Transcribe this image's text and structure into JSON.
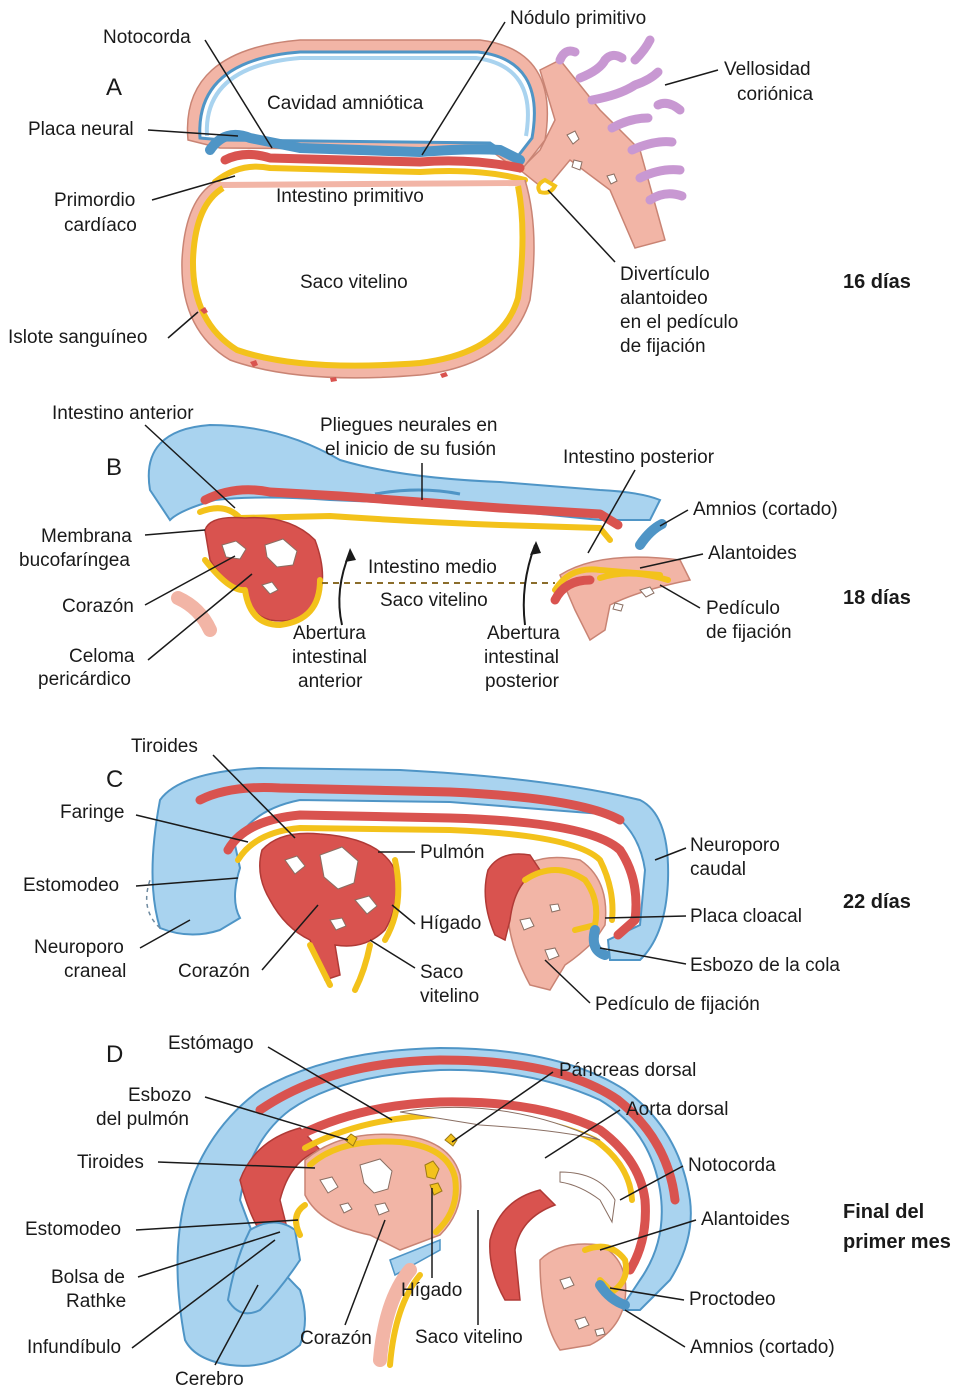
{
  "panels": {
    "a": {
      "letter": "A",
      "stage": "16 días",
      "labels": {
        "notocorda": "Notocorda",
        "nodulo": "Nódulo primitivo",
        "vellosidad_1": "Vellosidad",
        "vellosidad_2": "coriónica",
        "cavidad": "Cavidad amniótica",
        "placa_neural": "Placa neural",
        "primordio_1": "Primordio",
        "primordio_2": "cardíaco",
        "intestino": "Intestino primitivo",
        "saco": "Saco vitelino",
        "diverticulo_1": "Divertículo",
        "diverticulo_2": "alantoideo",
        "diverticulo_3": "en el pedículo",
        "diverticulo_4": "de fijación",
        "islote": "Islote sanguíneo"
      }
    },
    "b": {
      "letter": "B",
      "stage": "18 días",
      "labels": {
        "intestino_anterior": "Intestino anterior",
        "pliegues_1": "Pliegues neurales en",
        "pliegues_2": "el inicio de su fusión",
        "intestino_posterior": "Intestino posterior",
        "membrana_1": "Membrana",
        "membrana_2": "bucofaríngea",
        "amnios": "Amnios (cortado)",
        "alantoides": "Alantoides",
        "intestino_medio": "Intestino medio",
        "saco_vitelino": "Saco vitelino",
        "corazon": "Corazón",
        "pediculo_1": "Pedículo",
        "pediculo_2": "de fijación",
        "celoma_1": "Celoma",
        "celoma_2": "pericárdico",
        "abertura_ant_1": "Abertura",
        "abertura_ant_2": "intestinal",
        "abertura_ant_3": "anterior",
        "abertura_post_1": "Abertura",
        "abertura_post_2": "intestinal",
        "abertura_post_3": "posterior"
      }
    },
    "c": {
      "letter": "C",
      "stage": "22 días",
      "labels": {
        "tiroides": "Tiroides",
        "faringe": "Faringe",
        "pulmon": "Pulmón",
        "neuroporo_caudal_1": "Neuroporo",
        "neuroporo_caudal_2": "caudal",
        "estomodeo": "Estomodeo",
        "higado": "Hígado",
        "placa_cloacal": "Placa cloacal",
        "neuroporo_craneal_1": "Neuroporo",
        "neuroporo_craneal_2": "craneal",
        "corazon": "Corazón",
        "saco_1": "Saco",
        "saco_2": "vitelino",
        "esbozo_cola": "Esbozo de la cola",
        "pediculo": "Pedículo de fijación"
      }
    },
    "d": {
      "letter": "D",
      "stage_1": "Final del",
      "stage_2": "primer mes",
      "labels": {
        "estomago": "Estómago",
        "pancreas": "Páncreas dorsal",
        "esbozo_pulmon_1": "Esbozo",
        "esbozo_pulmon_2": "del pulmón",
        "aorta": "Aorta dorsal",
        "tiroides": "Tiroides",
        "notocorda": "Notocorda",
        "estomodeo": "Estomodeo",
        "alantoides": "Alantoides",
        "bolsa_1": "Bolsa de",
        "bolsa_2": "Rathke",
        "higado": "Hígado",
        "proctodeo": "Proctodeo",
        "infundibulo": "Infundíbulo",
        "corazon": "Corazón",
        "saco_vitelino": "Saco vitelino",
        "amnios": "Amnios (cortado)",
        "cerebro": "Cerebro"
      }
    }
  },
  "colors": {
    "ectoderm": "#a9d3ef",
    "ectoderm_edge": "#4f95c6",
    "mesoderm": "#d9534f",
    "endoderm": "#f3c21b",
    "extraembryonic_mesoderm": "#f2b5a6",
    "chorionic_villi": "#c898d2"
  }
}
